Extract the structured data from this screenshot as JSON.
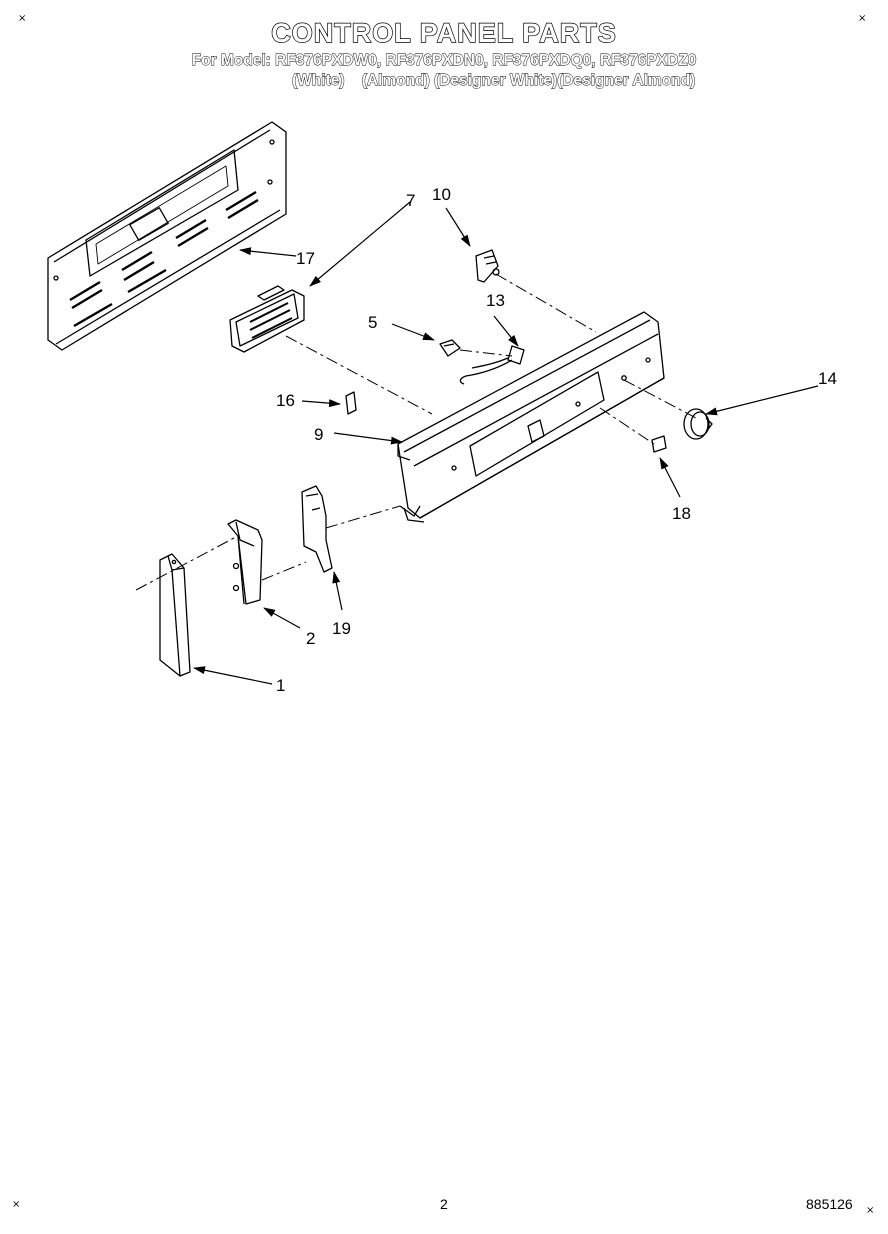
{
  "header": {
    "title": "CONTROL PANEL PARTS",
    "models": "For Model: RF376PXDW0, RF376PXDN0, RF376PXDQ0, RF376PXDZ0",
    "colors": "(White)    (Almond) (Designer White)(Designer Almond)"
  },
  "corners": {
    "top_left": "×",
    "top_right": "×",
    "bottom_left": "×",
    "bottom_right": "×"
  },
  "callouts": {
    "c1": "1",
    "c2": "2",
    "c5": "5",
    "c7": "7",
    "c9": "9",
    "c10": "10",
    "c13": "13",
    "c14": "14",
    "c16": "16",
    "c17": "17",
    "c18": "18",
    "c19": "19"
  },
  "footer": {
    "page_number": "2",
    "doc_code": "885126"
  }
}
